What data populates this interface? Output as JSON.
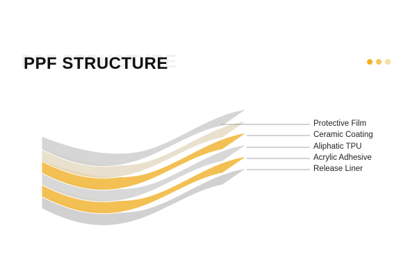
{
  "header": {
    "title": "PPF STRUCTURE",
    "ghost_title": "PPF STRUCTURE",
    "dot_colors": [
      "#f2b21f",
      "#f5c85a",
      "#f8dd9c"
    ]
  },
  "layers": [
    {
      "label": "Protective Film",
      "color": "#cfcfcf"
    },
    {
      "label": "Ceramic Coating",
      "color": "#e3dccd"
    },
    {
      "label": "Aliphatic TPU",
      "color": "#f3bd4a"
    },
    {
      "label": "Acrylic Adhesive",
      "color": "#f3bd4a"
    },
    {
      "label": "Release Liner",
      "color": "#d6d6d6"
    }
  ],
  "colors": {
    "sheet_gray": "#d4d4d4",
    "sheet_gold": "#f3bd4a",
    "leader_line": "#8a8a8a"
  }
}
